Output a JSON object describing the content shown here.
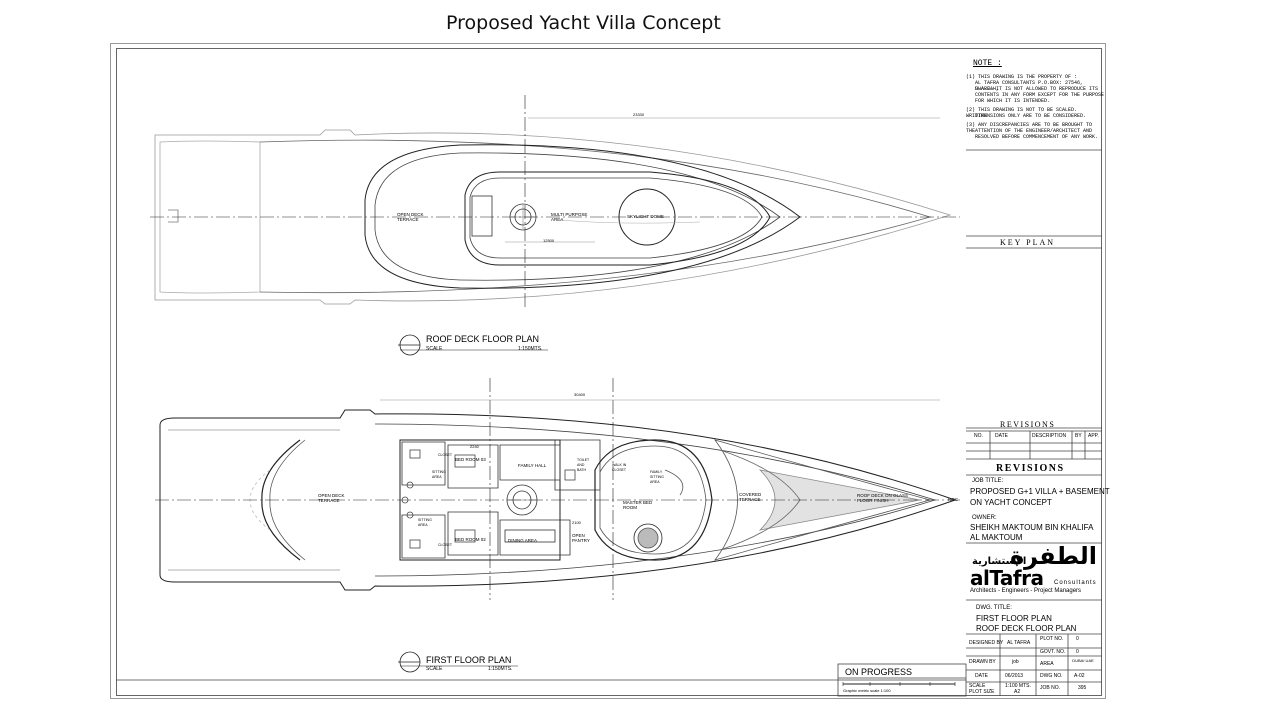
{
  "slide": {
    "title": "Proposed Yacht Villa Concept"
  },
  "notes": {
    "heading": "NOTE :",
    "lines": [
      "(1) THIS DRAWING IS THE PROPERTY OF :",
      "AL TAFRA CONSULTANTS P.O.BOX: 27546, SHARJAH,",
      "U.A.E. IT IS NOT ALLOWED TO REPRODUCE ITS",
      "CONTENTS IN ANY FORM EXCEPT FOR THE PURPOSE",
      "FOR WHICH IT IS INTENDED.",
      "(2) THIS DRAWING IS NOT TO BE SCALED. WRITTEN",
      "DIMENSIONS ONLY ARE TO BE CONSIDERED.",
      "(3) ANY DISCREPANCIES ARE TO BE BROUGHT TO THE",
      "ATTENTION OF THE ENGINEER/ARCHITECT AND",
      "RESOLVED BEFORE COMMENCEMENT OF ANY WORK."
    ]
  },
  "key_plan": "KEY PLAN",
  "revisions": {
    "heading": "REVISIONS",
    "columns": [
      "NO.",
      "DATE",
      "DESCRIPTION",
      "BY",
      "APP."
    ],
    "heading2": "REVISIONS"
  },
  "job": {
    "title_label": "JOB TITLE:",
    "title_line1": "PROPOSED G+1 VILLA + BASEMENT",
    "title_line2": "ON YACHT CONCEPT",
    "owner_label": "OWNER:",
    "owner_line1": "SHEIKH MAKTOUM BIN KHALIFA",
    "owner_line2": "AL MAKTOUM"
  },
  "logo": {
    "arabic": "الطفرة",
    "arabic_small": "الإستشارية",
    "english": "alTafra",
    "consultants": "Consultants",
    "subtitle": "Architects - Engineers - Project Managers"
  },
  "drawing_title": {
    "label": "DWG. TITLE:",
    "line1": "FIRST FLOOR PLAN",
    "line2": "ROOF DECK FLOOR PLAN"
  },
  "title_table": {
    "designed_by_label": "DESIGNED BY",
    "designed_by": "AL TAFRA",
    "plot_no_label": "PLOT NO.",
    "plot_no": "0",
    "govt_no_label": "GOVT. NO.",
    "govt_no": "0",
    "drawn_by_label": "DRAWN BY",
    "drawn_by": "job",
    "area_label": "AREA",
    "area": "DUBAI UAE",
    "date_label": "DATE",
    "date": "06/2013",
    "dwg_no_label": "DWG NO.",
    "dwg_no": "A-02",
    "scale_label": "SCALE",
    "scale": "1:100 MTS.",
    "plot_size_label": "PLOT SIZE",
    "plot_size": "A2",
    "job_no_label": "JOB NO.",
    "job_no": "395"
  },
  "status": {
    "on_progress": "ON PROGRESS",
    "graphic_scale": "Graphic metric scale 1:100"
  },
  "plans": {
    "roof": {
      "title": "ROOF DECK FLOOR PLAN",
      "scale_label": "SCALE",
      "scale": "1:150MTS.",
      "rooms": {
        "open_deck": "OPEN DECK TERRACE",
        "multi_purpose": "MULTI PURPOSE AREA",
        "skylight": "SKYLIGHT DOME"
      },
      "dims": {
        "overall": "23330",
        "inner": "12500"
      }
    },
    "first": {
      "title": "FIRST FLOOR PLAN",
      "scale_label": "SCALE",
      "scale": "1:150MTS.",
      "rooms": {
        "open_deck": "OPEN DECK TERRACE",
        "bed_room_top": "BED ROOM 03",
        "bed_room_bottom": "BED ROOM 02",
        "family_hall": "FAMILY HALL",
        "master_bed": "MASTER BED ROOM",
        "dining": "DINING AREA",
        "open_pantry": "OPEN PANTRY",
        "covered_terrace": "COVERED TERRACE",
        "roof_deck_glass": "ROOF DECK ON GLASS FLOOR FINISH",
        "sitting_top": "SITTING AREA",
        "sitting_bottom": "SITTING AREA",
        "closet_top": "CLOSET",
        "closet_bottom": "CLOSET",
        "toilet": "TOILET AND BATH",
        "walk_in": "WALK IN CLOSET",
        "family_sitting": "FAMILY SITTING AREA",
        "roc": "ROC"
      },
      "dims": {
        "overall": "30400",
        "d1": "2240",
        "d2": "2100"
      }
    }
  }
}
